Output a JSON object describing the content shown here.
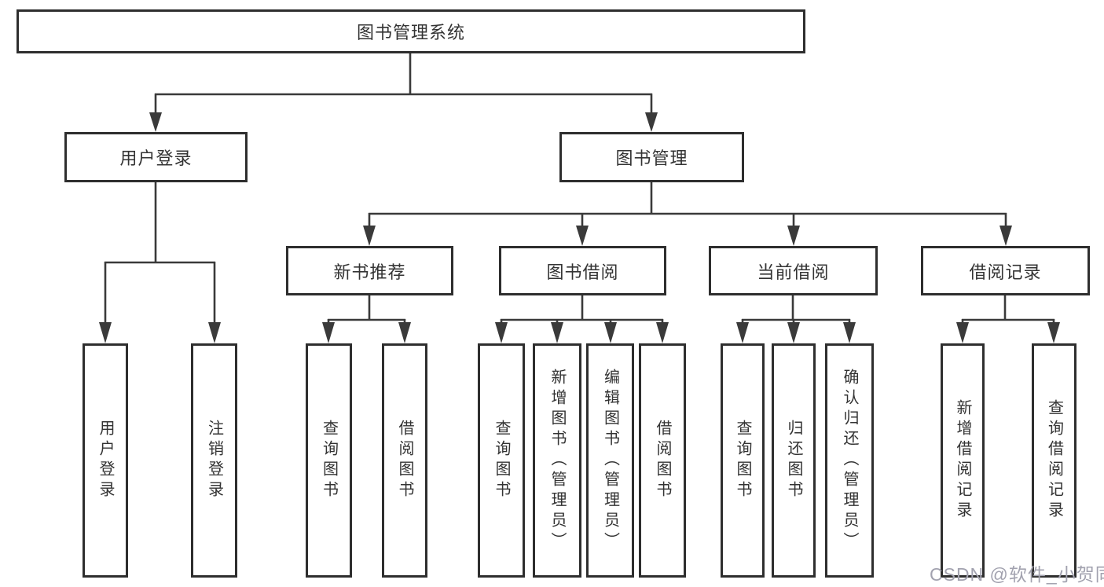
{
  "diagram": {
    "title": "图书管理系统",
    "root": {
      "label": "图书管理系统"
    },
    "level1": [
      {
        "label": "用户登录"
      },
      {
        "label": "图书管理"
      }
    ],
    "level2": [
      {
        "label": "新书推荐"
      },
      {
        "label": "图书借阅"
      },
      {
        "label": "当前借阅"
      },
      {
        "label": "借阅记录"
      }
    ],
    "leaves": {
      "user_login": [
        "用户登录",
        "注销登录"
      ],
      "new_book": [
        "查询图书",
        "借阅图书"
      ],
      "book_borrow": [
        "查询图书",
        "新增图书（管理员）",
        "编辑图书（管理员）",
        "借阅图书"
      ],
      "current_borrow": [
        "查询图书",
        "归还图书",
        "确认归还（管理员）"
      ],
      "borrow_record": [
        "新增借阅记录",
        "查询借阅记录"
      ]
    },
    "colors": {
      "line": "#3a3a3a",
      "box_border": "#2e2e2e",
      "box_fill": "#ffffff",
      "text": "#333333",
      "watermark": "#a2a2af"
    },
    "watermark": "CSDN @软件_小贺同学"
  }
}
